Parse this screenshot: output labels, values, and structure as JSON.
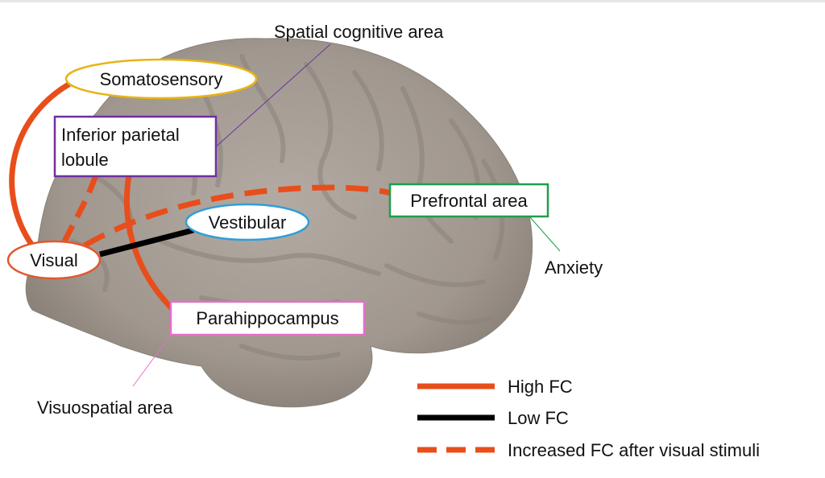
{
  "labels": {
    "somatosensory": "Somatosensory",
    "inferior_parietal_lobule": [
      "Inferior parietal",
      "lobule"
    ],
    "vestibular": "Vestibular",
    "visual": "Visual",
    "prefrontal_area": "Prefrontal area",
    "parahippocampus": "Parahippocampus"
  },
  "annotations": {
    "spatial_cognitive_area": "Spatial cognitive area",
    "anxiety": "Anxiety",
    "visuospatial_area": "Visuospatial area"
  },
  "legend": [
    {
      "style": "solid",
      "color": "#e84e1b",
      "label": "High FC"
    },
    {
      "style": "solid",
      "color": "#000000",
      "label": "Low FC"
    },
    {
      "style": "dashed",
      "color": "#e84e1b",
      "label": "Increased FC after visual stimuli"
    }
  ],
  "colors": {
    "high_fc": "#e84e1b",
    "low_fc": "#000000",
    "brain_fill": "#a39b93",
    "somatosensory_border": "#e8b416",
    "inferior_parietal_border": "#7030a0",
    "vestibular_border": "#2e9fd8",
    "visual_border": "#e2572d",
    "prefrontal_border": "#1f9e4c",
    "parahippocampus_border": "#e66fc9"
  }
}
